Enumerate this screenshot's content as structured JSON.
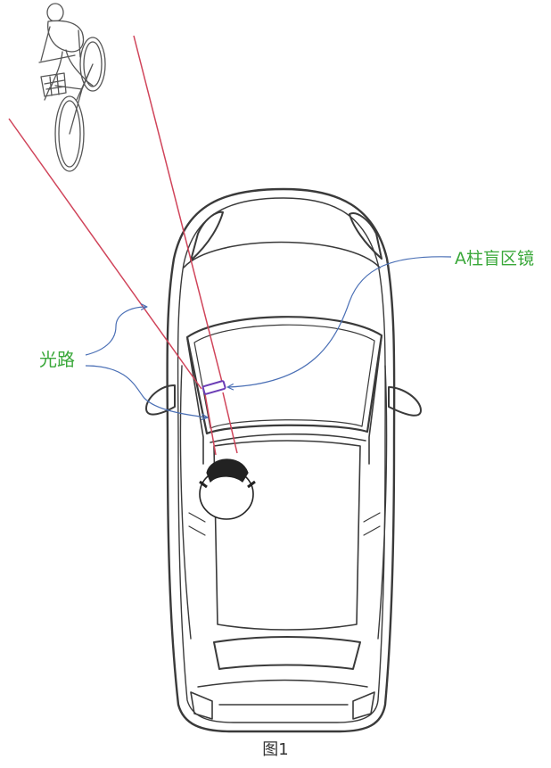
{
  "figure": {
    "caption": "图1",
    "labels": {
      "light_path": "光路",
      "a_pillar_mirror": "A柱盲区镜"
    },
    "colors": {
      "light_path": "#d0445a",
      "label_text": "#3aa83a",
      "arrow": "#4a6fb5",
      "mirror": "#6b3db5",
      "line_art": "#3a3a3a"
    },
    "icons": {
      "cyclist": "cyclist-icon",
      "driver": "driver-head-icon"
    }
  }
}
